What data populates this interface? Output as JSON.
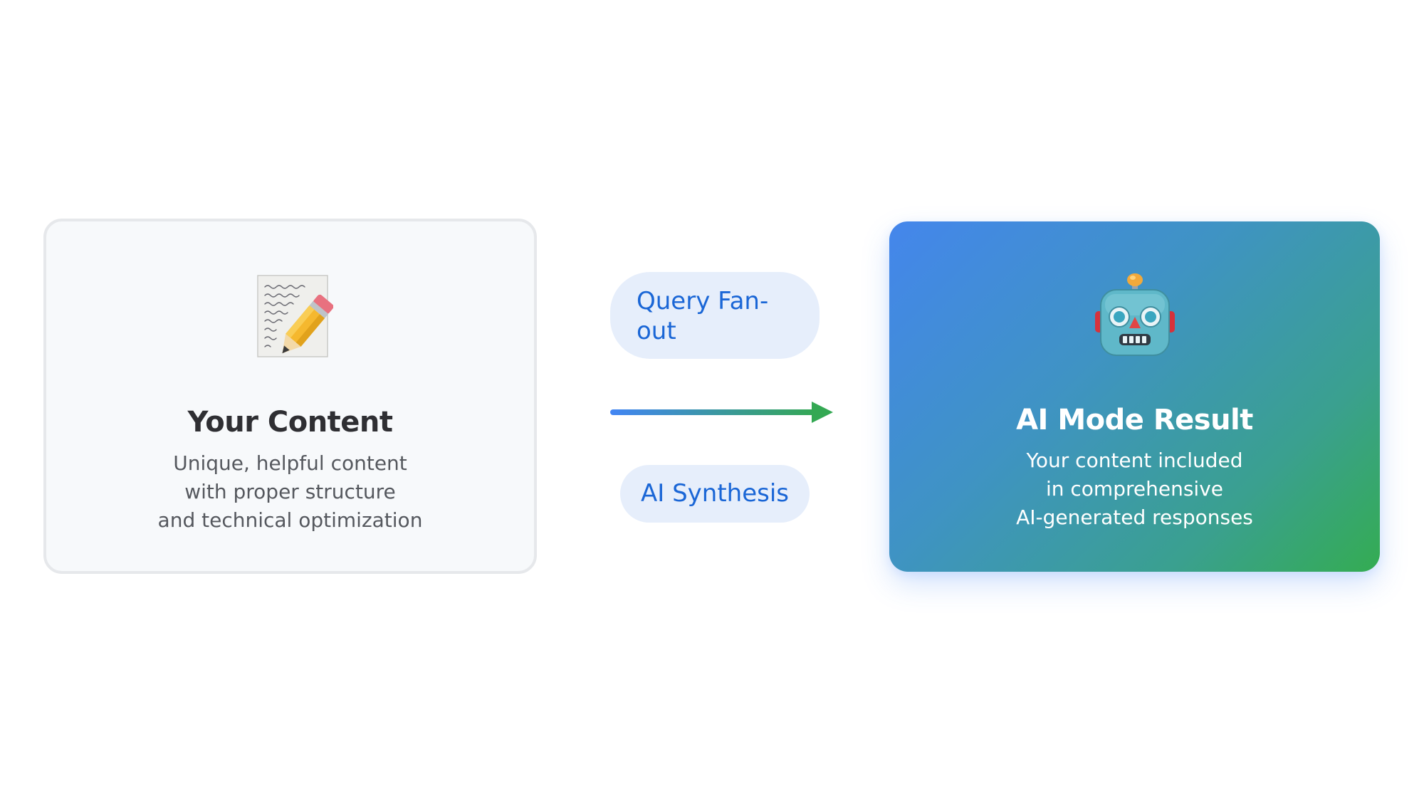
{
  "left_card": {
    "icon": "memo-pencil-icon",
    "title": "Your Content",
    "description_lines": [
      "Unique, helpful content",
      "with proper structure",
      "and technical optimization"
    ]
  },
  "middle": {
    "top_pill_lines": [
      "Query Fan-",
      "out"
    ],
    "bottom_pill": "AI Synthesis",
    "arrow_icon": "arrow-right-icon"
  },
  "right_card": {
    "icon": "robot-icon",
    "title": "AI Mode Result",
    "description_lines": [
      "Your content included",
      "in comprehensive",
      "AI-generated responses"
    ]
  },
  "colors": {
    "blue": "#4285f4",
    "green": "#34a853",
    "pill_text": "#1a66d6",
    "pill_bg": "#e6eefb"
  }
}
